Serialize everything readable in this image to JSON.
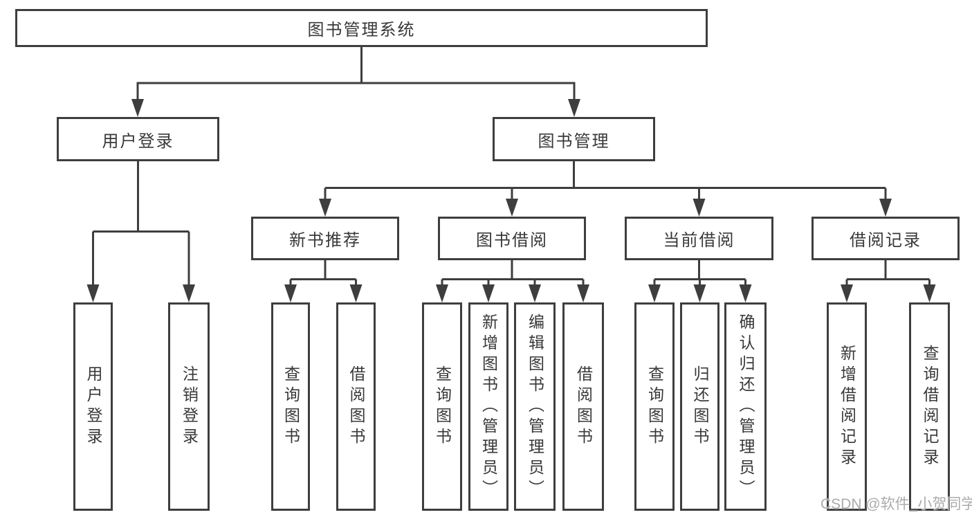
{
  "diagram_title": "图书管理系统",
  "nodes": {
    "root": "图书管理系统",
    "user_login": "用户登录",
    "book_mgmt": "图书管理",
    "new_book_rec": "新书推荐",
    "book_borrow": "图书借阅",
    "current_borrow": "当前借阅",
    "borrow_record": "借阅记录",
    "leaf_user_login": "用户登录",
    "leaf_logout": "注销登录",
    "nb_query_book": "查询图书",
    "nb_borrow_book": "借阅图书",
    "bb_query_book": "查询图书",
    "bb_add_book": "新增图书（管理员）",
    "bb_edit_book": "编辑图书（管理员）",
    "bb_borrow_book": "借阅图书",
    "cb_query_book": "查询图书",
    "cb_return_book": "归还图书",
    "cb_confirm_return": "确认归还（管理员）",
    "br_add_record": "新增借阅记录",
    "br_query_record": "查询借阅记录"
  },
  "hierarchy": {
    "图书管理系统": {
      "用户登录": [
        "用户登录",
        "注销登录"
      ],
      "图书管理": {
        "新书推荐": [
          "查询图书",
          "借阅图书"
        ],
        "图书借阅": [
          "查询图书",
          "新增图书（管理员）",
          "编辑图书（管理员）",
          "借阅图书"
        ],
        "当前借阅": [
          "查询图书",
          "归还图书",
          "确认归还（管理员）"
        ],
        "借阅记录": [
          "新增借阅记录",
          "查询借阅记录"
        ]
      }
    }
  },
  "watermark": "CSDN @软件_小贺同学",
  "colors": {
    "line": "#3e3e3e",
    "border": "#3e3e3e",
    "text": "#383838",
    "watermark": "#ababab",
    "background": "#ffffff"
  }
}
